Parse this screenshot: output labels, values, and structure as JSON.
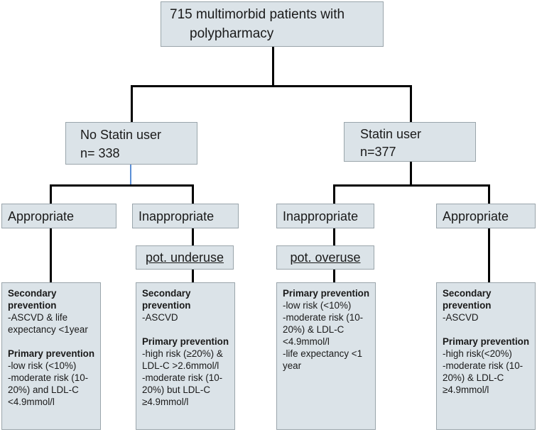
{
  "root": {
    "line1": "715 multimorbid patients with",
    "line2": "polypharmacy"
  },
  "branches": {
    "no_statin": {
      "line1": "No Statin user",
      "line2": "n= 338"
    },
    "statin": {
      "line1": "Statin user",
      "line2": "n=377"
    }
  },
  "categories": {
    "c1": "Appropriate",
    "c2": "Inappropriate",
    "c3": "Inappropriate",
    "c4": "Appropriate"
  },
  "tags": {
    "underuse": "pot. underuse",
    "overuse": "pot. overuse"
  },
  "criteria": {
    "b1": {
      "h1a": "Secondary",
      "h1b": "prevention",
      "l1": "-ASCVD & life",
      "l2": "expectancy <1year",
      "h2": "Primary prevention",
      "l3": "-low risk (<10%)",
      "l4": "-moderate risk (10-",
      "l5": "20%) and LDL-C",
      "l6": "<4.9mmol/l"
    },
    "b2": {
      "h1a": "Secondary",
      "h1b": "prevention",
      "l1": "-ASCVD",
      "h2": "Primary prevention",
      "l2": "-high risk (≥20%) &",
      "l3": "LDL-C >2.6mmol/l",
      "l4": "-moderate risk (10-",
      "l5": "20%) but LDL-C",
      "l6": "≥4.9mmol/l"
    },
    "b3": {
      "h1": "Primary prevention",
      "l1": "-low risk (<10%)",
      "l2": "-moderate risk (10-",
      "l3": "20%) & LDL-C",
      "l4": "<4.9mmol/l",
      "l5": "-life expectancy <1",
      "l6": "year"
    },
    "b4": {
      "h1a": "Secondary",
      "h1b": "prevention",
      "l1": "-ASCVD",
      "h2": "Primary prevention",
      "l2": "-high risk(<20%)",
      "l3": "-moderate risk (10-",
      "l4": "20%) & LDL-C",
      "l5": "≥4.9mmol/l"
    }
  }
}
